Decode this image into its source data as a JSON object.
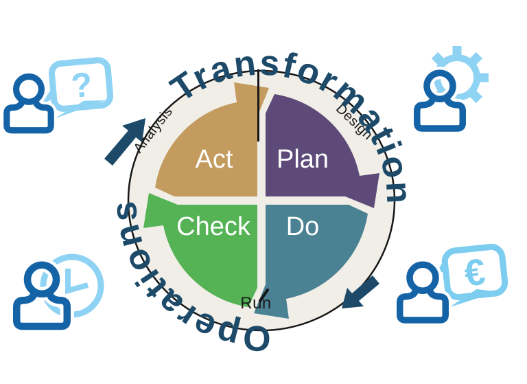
{
  "colors": {
    "navy": "#1C4A68",
    "person_blue": "#1463A6",
    "light_blue": "#8FD3F4",
    "euro_blue": "#7CCDEF",
    "ring": "#F0EEE7",
    "white": "#FFFFFF",
    "label_black": "#1A1A1A",
    "act": "#C39B5E",
    "plan": "#5D4A78",
    "do": "#4A8193",
    "check": "#55B356"
  },
  "cycle": {
    "act_label": "Act",
    "plan_label": "Plan",
    "do_label": "Do",
    "check_label": "Check",
    "analysis_label": "Analysis",
    "design_label": "Design",
    "run_label": "Run",
    "top_arc_text": "Transformation",
    "bottom_arc_text": "Operations"
  },
  "icons": {
    "question_person": {
      "name": "person-with-question-bubble",
      "glyph": "?"
    },
    "gear_person": {
      "name": "person-with-gear"
    },
    "clock_person": {
      "name": "person-with-clock"
    },
    "euro_person": {
      "name": "person-with-euro-bubble",
      "glyph": "€"
    }
  }
}
